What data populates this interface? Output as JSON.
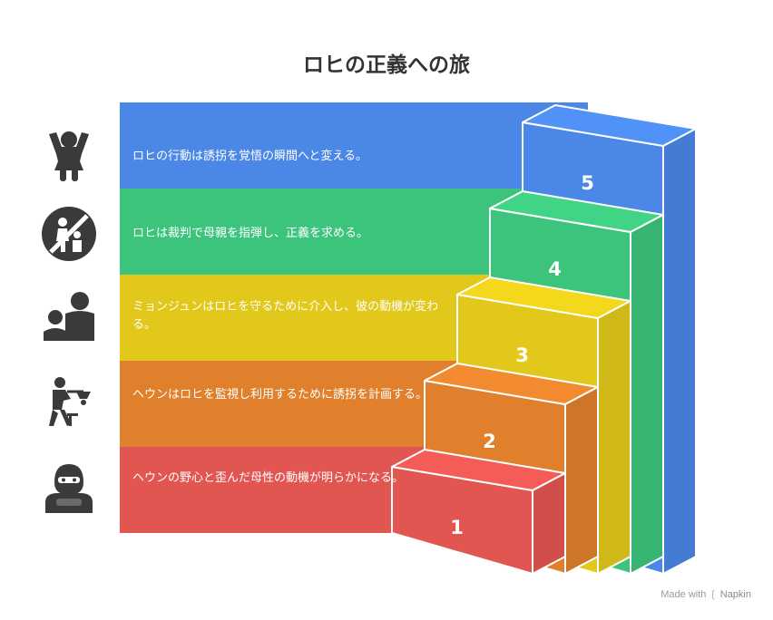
{
  "title": "ロヒの正義への旅",
  "steps": [
    {
      "number": "1",
      "label": "ヘウンの野心と歪んだ母性の動機が明らかになる。",
      "color": "#e25651",
      "icon": "hooded-person-icon"
    },
    {
      "number": "2",
      "label": "ヘウンはロヒを監視し利用するために誘拐を計画する。",
      "color": "#e0802c",
      "icon": "person-with-lamp-icon"
    },
    {
      "number": "3",
      "label": "ミョンジュンはロヒを守るために介入し、彼の動機が変わる。",
      "color": "#e2c81a",
      "icon": "protector-and-child-icon"
    },
    {
      "number": "4",
      "label": "ロヒは裁判で母親を指弾し、正義を求める。",
      "color": "#3cc47c",
      "icon": "no-child-abuse-icon"
    },
    {
      "number": "5",
      "label": "ロヒの行動は誘拐を覚悟の瞬間へと変える。",
      "color": "#4a87e6",
      "icon": "cheering-child-icon"
    }
  ],
  "footer": {
    "made_with": "Made with",
    "brand": "Napkin"
  }
}
